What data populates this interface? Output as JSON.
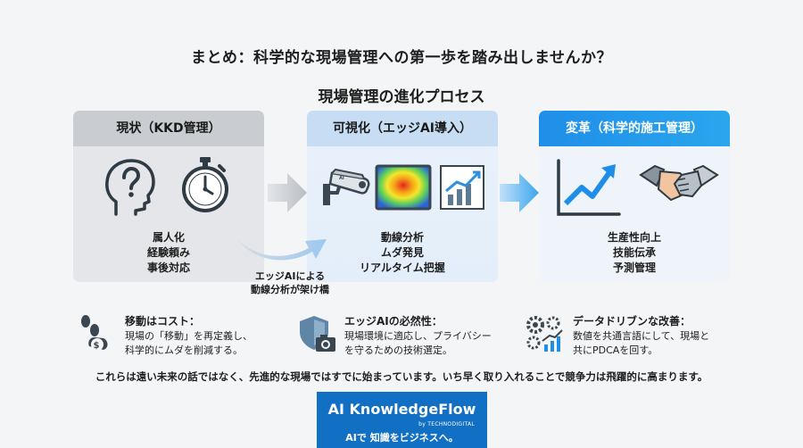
{
  "title": "まとめ：科学的な現場管理への第一歩を踏み出しませんか？",
  "subtitle": "現場管理の進化プロセス",
  "stages": [
    {
      "title": "現状（KKD管理）",
      "lines": [
        "属人化",
        "経験頼み",
        "事後対応"
      ],
      "icons": [
        "head-question-icon",
        "stopwatch-icon"
      ]
    },
    {
      "title": "可視化（エッジAI導入）",
      "lines": [
        "動線分析",
        "ムダ発見",
        "リアルタイム把握"
      ],
      "icons": [
        "security-camera-icon",
        "heatmap-icon",
        "bar-chart-icon"
      ]
    },
    {
      "title": "変革（科学的施工管理）",
      "lines": [
        "生産性向上",
        "技能伝承",
        "予測管理"
      ],
      "icons": [
        "growth-chart-icon",
        "handshake-icon"
      ]
    }
  ],
  "curve_label": [
    "エッジAIによる",
    "動線分析が架け橋"
  ],
  "bottom_items": [
    {
      "icon": "footprints-money-icon",
      "title": "移動はコスト：",
      "lines": [
        "現場の「移動」を再定義し、",
        "科学的にムダを削減する。"
      ]
    },
    {
      "icon": "shield-camera-icon",
      "title": "エッジAIの必然性：",
      "lines": [
        "現場環境に適応し、プライバシー",
        "を守るための技術選定。"
      ]
    },
    {
      "icon": "gears-chart-icon",
      "title": "データドリブンな改善：",
      "lines": [
        "数値を共通言語にして、現場と",
        "共にPDCAを回す。"
      ]
    }
  ],
  "footer_note": "これらは遠い未来の話ではなく、先進的な現場ではすでに始まっています。いち早く取り入れることで競争力は飛躍的に高まります。",
  "brand": {
    "name": "AI KnowledgeFlow",
    "sub": "by TECHNODIGITAL",
    "tagline": "AIで 知識をビジネスへ。"
  },
  "colors": {
    "stage3_header": "#1f8ee8",
    "brand_bg": "#1270c4",
    "stage2_header": "#c7ddf4",
    "stage1_header": "#c9cdd2"
  }
}
